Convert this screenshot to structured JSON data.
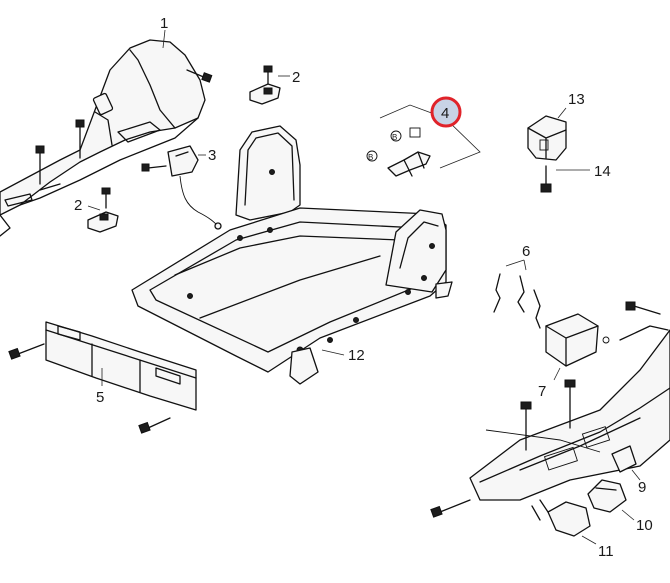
{
  "diagram": {
    "callouts": [
      {
        "id": "c1",
        "label": "1"
      },
      {
        "id": "c2a",
        "label": "2"
      },
      {
        "id": "c2b",
        "label": "2"
      },
      {
        "id": "c3",
        "label": "3"
      },
      {
        "id": "c4",
        "label": "4",
        "highlighted": true
      },
      {
        "id": "c5",
        "label": "5"
      },
      {
        "id": "c6",
        "label": "6"
      },
      {
        "id": "c7",
        "label": "7"
      },
      {
        "id": "c9",
        "label": "9"
      },
      {
        "id": "c10",
        "label": "10"
      },
      {
        "id": "c11",
        "label": "11"
      },
      {
        "id": "c12",
        "label": "12"
      },
      {
        "id": "c13",
        "label": "13"
      },
      {
        "id": "c14",
        "label": "14"
      }
    ],
    "highlight_color": "#e0232a",
    "highlight_fill": "#c8d3e6"
  }
}
